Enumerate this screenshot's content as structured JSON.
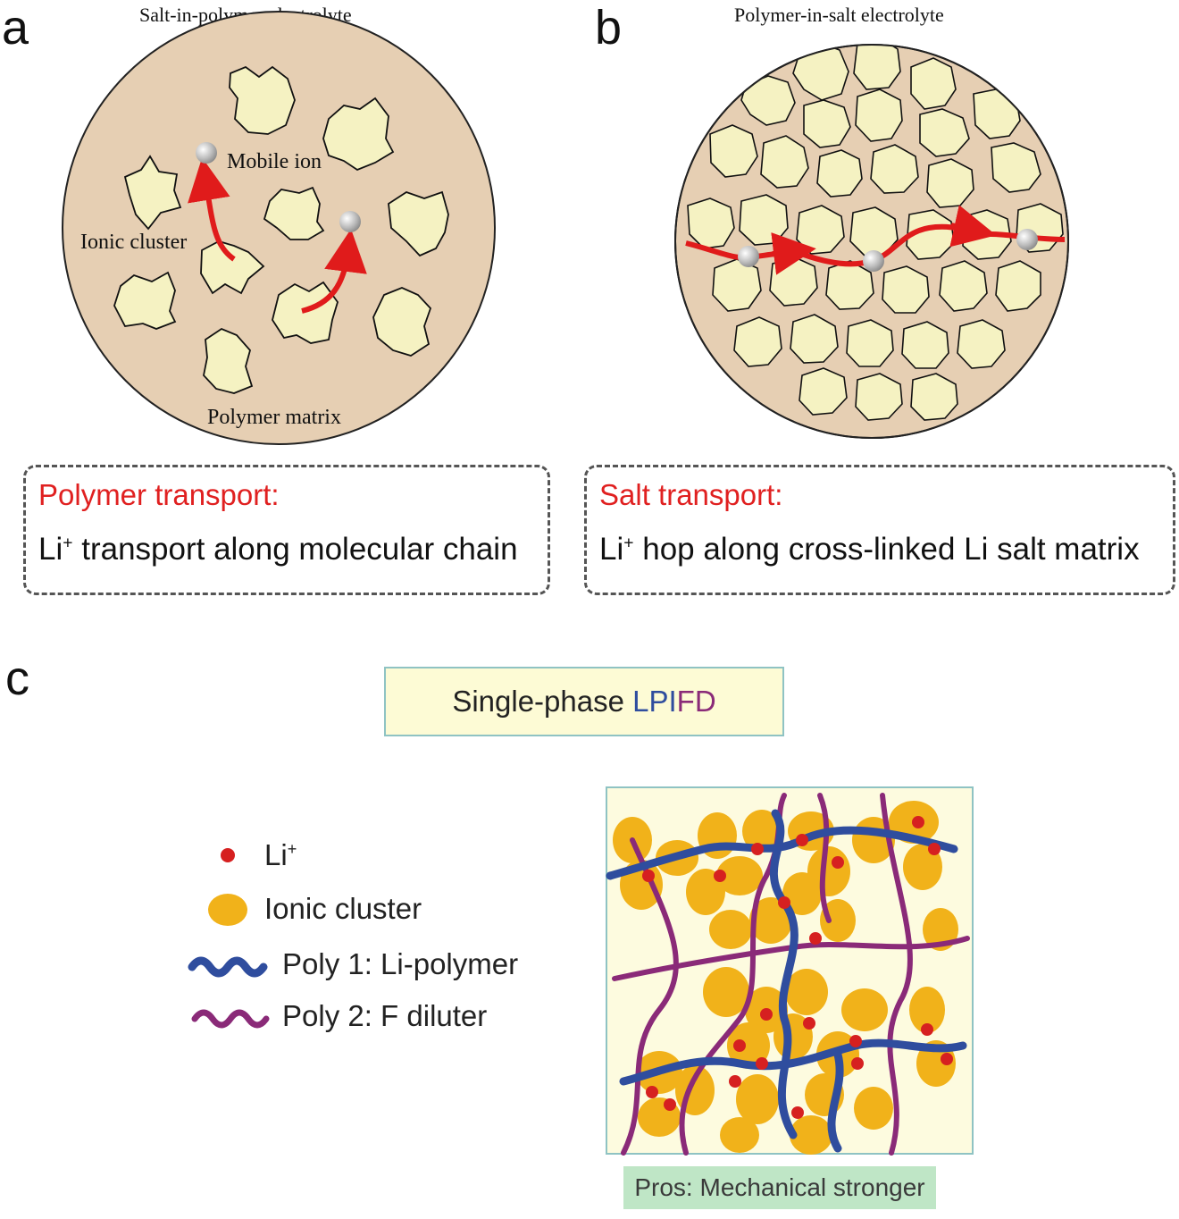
{
  "panel_a": {
    "letter": "a",
    "title": "Salt-in-polymer electrolyte",
    "labels": {
      "mobile_ion": "Mobile ion",
      "ionic_cluster": "Ionic cluster",
      "polymer_matrix": "Polymer matrix"
    },
    "box": {
      "heading": "Polymer transport:",
      "body_prefix": "Li",
      "body_sup": "+",
      "body_rest": " transport along molecular chain"
    }
  },
  "panel_b": {
    "letter": "b",
    "title": "Polymer-in-salt electrolyte",
    "box": {
      "heading": "Salt transport:",
      "body_prefix": "Li",
      "body_sup": "+",
      "body_rest": " hop along cross-linked Li salt matrix"
    }
  },
  "panel_c": {
    "letter": "c",
    "title_prefix": "Single-phase ",
    "title_lpi": "LPI",
    "title_fd": "FD",
    "legend": {
      "li": "Li",
      "li_sup": "+",
      "ionic_cluster": "Ionic cluster",
      "poly1": "Poly 1: Li-polymer",
      "poly2": "Poly 2: F diluter"
    },
    "pros": "Pros: Mechanical stronger"
  },
  "colors": {
    "matrix": "#e6cfb3",
    "cluster": "#f5f2c2",
    "arrow": "#e01b1b",
    "heading_red": "#e02020",
    "ion_gray": "#b8b8b8",
    "lpi_blue": "#2f4d9e",
    "fd_purple": "#8a2a78",
    "orange_cluster": "#f1b21a",
    "li_red": "#d62020",
    "square_bg": "#fdfbdf",
    "pros_green": "#bfe6c6"
  }
}
